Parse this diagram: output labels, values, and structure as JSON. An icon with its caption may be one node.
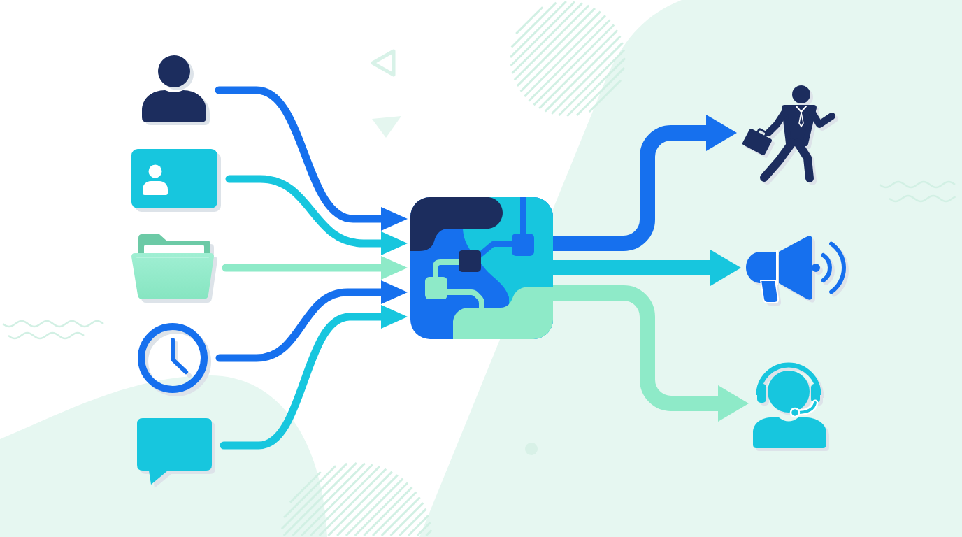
{
  "diagram": {
    "nodes": [
      {
        "text": [],
        "shape": "person"
      },
      {
        "text": [],
        "shape": "picture"
      },
      {
        "text": [],
        "shape": "picture"
      },
      {
        "text": [],
        "shape": "picture"
      },
      {
        "text": [],
        "shape": "picture"
      },
      {
        "text": [],
        "shape": "picture"
      },
      {
        "text": [],
        "shape": "picture"
      },
      {
        "text": [],
        "shape": "picture"
      },
      {
        "text": [],
        "shape": "picture"
      }
    ],
    "edges": [
      {
        "from": 0,
        "to": 5,
        "arrow": "to",
        "color": "#1670ee"
      },
      {
        "from": 1,
        "to": 5,
        "arrow": "to",
        "color": "#17c6de"
      },
      {
        "from": 2,
        "to": 5,
        "arrow": "to",
        "color": "#8eeac8"
      },
      {
        "from": 3,
        "to": 5,
        "arrow": "to",
        "color": "#1670ee"
      },
      {
        "from": 4,
        "to": 5,
        "arrow": "to",
        "color": "#17c6de"
      },
      {
        "from": 5,
        "to": 6,
        "arrow": "to",
        "style": "thick",
        "color": "#1670ee"
      },
      {
        "from": 5,
        "to": 7,
        "arrow": "to",
        "style": "thick",
        "color": "#17c6de"
      },
      {
        "from": 5,
        "to": 8,
        "arrow": "to",
        "style": "thick",
        "color": "#8eeac8"
      }
    ]
  }
}
